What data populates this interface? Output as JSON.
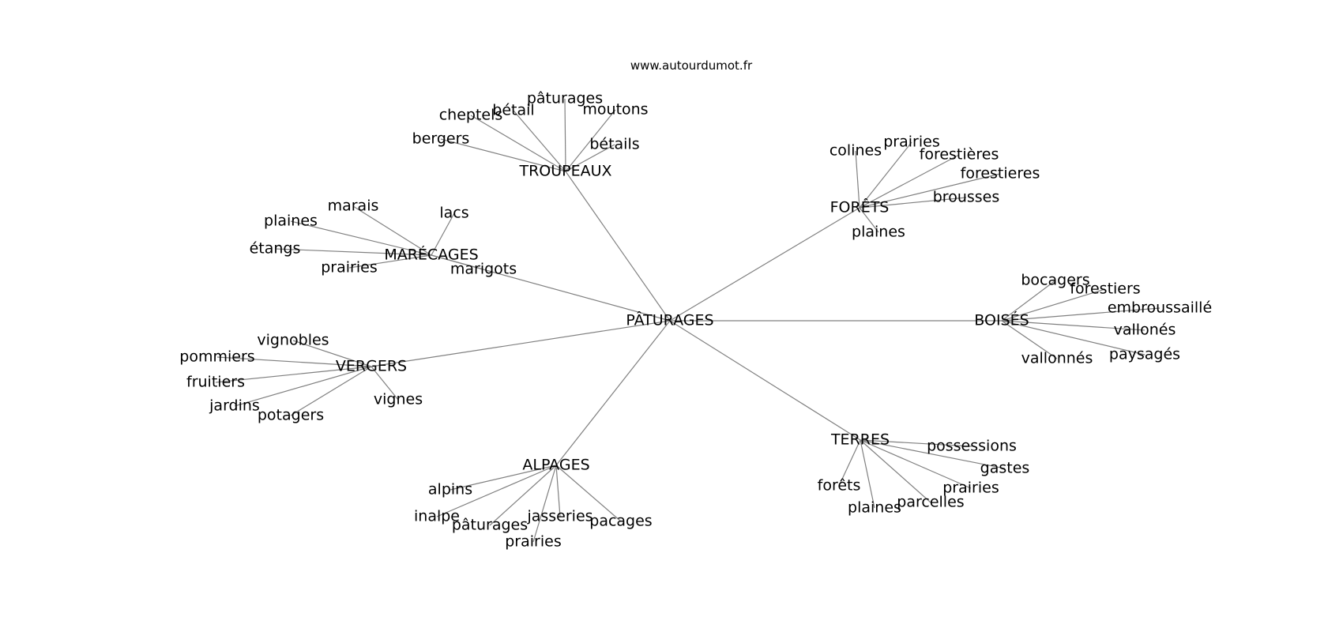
{
  "source": "www.autourdumot.fr",
  "colors": {
    "edge": "#808080",
    "text": "#000000",
    "background": "#ffffff"
  },
  "graph": {
    "center": "PÂTURAGES",
    "clusters": [
      {
        "hub": "TROUPEAUX",
        "words": [
          "bergers",
          "cheptels",
          "bétail",
          "pâturages",
          "moutons",
          "bétails"
        ]
      },
      {
        "hub": "FORÊTS",
        "words": [
          "colines",
          "prairies",
          "forestières",
          "forestieres",
          "brousses",
          "plaines"
        ]
      },
      {
        "hub": "MARÉCAGES",
        "words": [
          "marais",
          "lacs",
          "plaines",
          "étangs",
          "prairies",
          "marigots"
        ]
      },
      {
        "hub": "BOISÉS",
        "words": [
          "bocagers",
          "forestiers",
          "embroussaillé",
          "vallonés",
          "paysagés",
          "vallonnés"
        ]
      },
      {
        "hub": "VERGERS",
        "words": [
          "vignobles",
          "pommiers",
          "fruitiers",
          "jardins",
          "potagers",
          "vignes"
        ]
      },
      {
        "hub": "TERRES",
        "words": [
          "possessions",
          "gastes",
          "prairies",
          "parcelles",
          "plaines",
          "forêts"
        ]
      },
      {
        "hub": "ALPAGES",
        "words": [
          "alpins",
          "inalpe",
          "pâturages",
          "prairies",
          "jasseries",
          "pacages"
        ]
      }
    ]
  }
}
